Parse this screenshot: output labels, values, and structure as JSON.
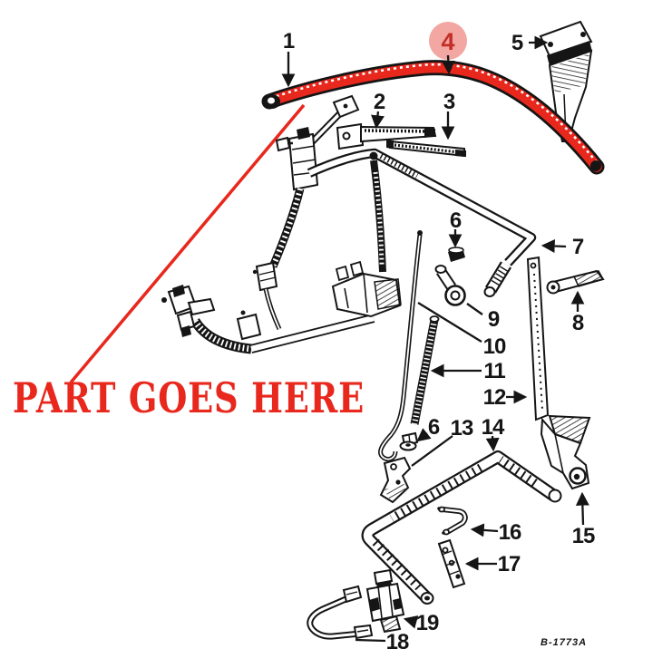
{
  "diagram": {
    "annotation_text": "PART GOES HERE",
    "drawing_number": "B-1773A",
    "highlighted_callout": "4",
    "colors": {
      "highlight": "#e8271d",
      "circle_fill": "#f2a7a2",
      "circled_number": "#c22f27",
      "ink": "#151515"
    },
    "callouts": {
      "n1": "1",
      "n2": "2",
      "n3": "3",
      "n4": "4",
      "n5": "5",
      "n6_upper": "6",
      "n7": "7",
      "n8": "8",
      "n9": "9",
      "n10": "10",
      "n11": "11",
      "n12": "12",
      "n6_lower": "6",
      "n13": "13",
      "n14": "14",
      "n15": "15",
      "n16": "16",
      "n17": "17",
      "n18": "18",
      "n19": "19"
    }
  }
}
